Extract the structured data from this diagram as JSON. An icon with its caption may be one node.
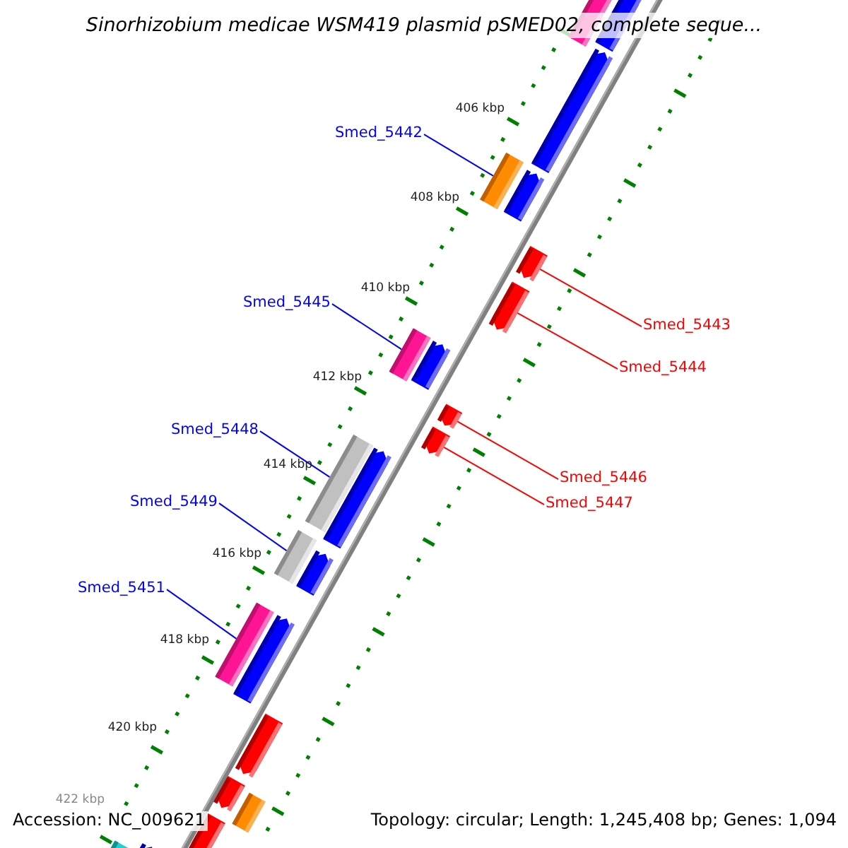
{
  "diagram": {
    "title": "Sinorhizobium medicae WSM419 plasmid pSMED02, complete seque...",
    "nodes": [
      {
        "text": [
          "Smed_5442"
        ]
      },
      {
        "text": [
          "Smed_5445"
        ]
      },
      {
        "text": [
          "Smed_5443"
        ]
      },
      {
        "text": [
          "Smed_5444"
        ]
      },
      {
        "text": [
          "Smed_5448"
        ]
      },
      {
        "text": [
          "Smed_5446"
        ]
      },
      {
        "text": [
          "Smed_5449"
        ]
      },
      {
        "text": [
          "Smed_5447"
        ]
      },
      {
        "text": [
          "Smed_5451"
        ]
      },
      {
        "text": [],
        "shape": "box"
      },
      {
        "text": [],
        "shape": "arrow"
      },
      {
        "text": [],
        "shape": "arrow"
      },
      {
        "text": [],
        "shape": "box"
      },
      {
        "text": [],
        "shape": "arrow"
      },
      {
        "text": [],
        "shape": "arrow"
      },
      {
        "text": [],
        "shape": "arrow"
      },
      {
        "text": [],
        "shape": "box"
      },
      {
        "text": [],
        "shape": "arrow"
      },
      {
        "text": [],
        "shape": "arrow"
      },
      {
        "text": [],
        "shape": "arrow"
      },
      {
        "text": [],
        "shape": "box"
      },
      {
        "text": [],
        "shape": "arrow"
      },
      {
        "text": [],
        "shape": "box"
      },
      {
        "text": [],
        "shape": "arrow"
      },
      {
        "text": [],
        "shape": "box"
      },
      {
        "text": [],
        "shape": "arrow"
      },
      {
        "text": [],
        "shape": "arrow"
      },
      {
        "text": [],
        "shape": "arrow"
      },
      {
        "text": [],
        "shape": "box"
      },
      {
        "text": [],
        "shape": "arrow"
      },
      {
        "text": [],
        "shape": "box"
      },
      {
        "text": [],
        "shape": "arrow"
      }
    ],
    "edges": [
      {
        "from": 0,
        "to": 12,
        "arrow": "none",
        "color": "#0000ff"
      },
      {
        "from": 1,
        "to": 16,
        "arrow": "none",
        "color": "#0000ff"
      },
      {
        "from": 2,
        "to": 14,
        "arrow": "none",
        "color": "#ff0000"
      },
      {
        "from": 3,
        "to": 15,
        "arrow": "none",
        "color": "#ff0000"
      },
      {
        "from": 4,
        "to": 20,
        "arrow": "none",
        "color": "#0000ff"
      },
      {
        "from": 5,
        "to": 18,
        "arrow": "none",
        "color": "#ff0000"
      },
      {
        "from": 6,
        "to": 22,
        "arrow": "none",
        "color": "#0000ff"
      },
      {
        "from": 7,
        "to": 19,
        "arrow": "none",
        "color": "#ff0000"
      },
      {
        "from": 8,
        "to": 24,
        "arrow": "none",
        "color": "#0000ff"
      }
    ],
    "labels": [
      "406 kbp",
      "408 kbp",
      "410 kbp",
      "412 kbp",
      "414 kbp",
      "416 kbp",
      "418 kbp",
      "420 kbp",
      "422 kbp",
      "Accession: NC_009621",
      "Topology: circular; Length: 1,245,408 bp; Genes: 1,094"
    ]
  }
}
